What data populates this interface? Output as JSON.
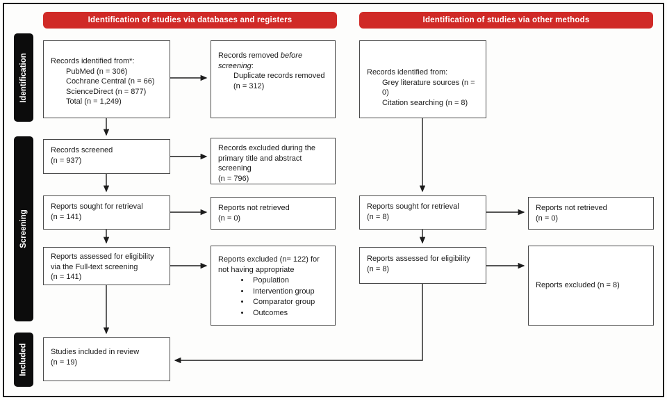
{
  "colors": {
    "banner_red": "#d02a27",
    "sidebar_black": "#0c0c0c",
    "box_border": "#4a4a4a",
    "arrow_black": "#1c1c1c"
  },
  "banners": {
    "databases": "Identification of studies via databases and registers",
    "other": "Identification of studies via other methods"
  },
  "sidebar": {
    "identification": "Identification",
    "screening": "Screening",
    "included": "Included"
  },
  "boxes": {
    "db_records": {
      "title": "Records identified from*:",
      "pubmed": "PubMed (n = 306)",
      "cochrane": "Cochrane Central (n = 66)",
      "sciencedirect": "ScienceDirect (n = 877)",
      "total": "Total (n = 1,249)"
    },
    "records_removed": {
      "prefix": "Records removed ",
      "emphasis": "before screening",
      "suffix": ":",
      "duplicate": "Duplicate records removed (n = 312)"
    },
    "other_records": {
      "title": "Records identified from:",
      "grey": "Grey literature sources (n = 0)",
      "citation": "Citation searching (n = 8)"
    },
    "records_screened": {
      "line1": "Records screened",
      "line2": "(n = 937)"
    },
    "records_excluded_primary": {
      "line1": "Records excluded during the primary title and abstract screening",
      "line2": "(n = 796)"
    },
    "reports_sought_db": {
      "line1": "Reports sought for retrieval",
      "line2": "(n = 141)"
    },
    "reports_not_retrieved_db": {
      "line1": "Reports not retrieved",
      "line2": "(n = 0)"
    },
    "reports_sought_other": {
      "line1": "Reports sought for retrieval",
      "line2": "(n = 8)"
    },
    "reports_not_retrieved_other": {
      "line1": "Reports not retrieved",
      "line2": "(n = 0)"
    },
    "reports_assessed_db": {
      "line1": "Reports assessed for eligibility via the Full-text screening",
      "line2": "(n = 141)"
    },
    "reports_excluded_db": {
      "intro": "Reports excluded (n= 122) for not having appropriate",
      "bullet1": "Population",
      "bullet2": "Intervention group",
      "bullet3": "Comparator group",
      "bullet4": "Outcomes"
    },
    "reports_assessed_other": {
      "line1": "Reports assessed for eligibility",
      "line2": "(n = 8)"
    },
    "reports_excluded_other": {
      "line1": "Reports excluded (n = 8)"
    },
    "studies_included": {
      "line1": "Studies included in review",
      "line2": "(n = 19)"
    }
  }
}
